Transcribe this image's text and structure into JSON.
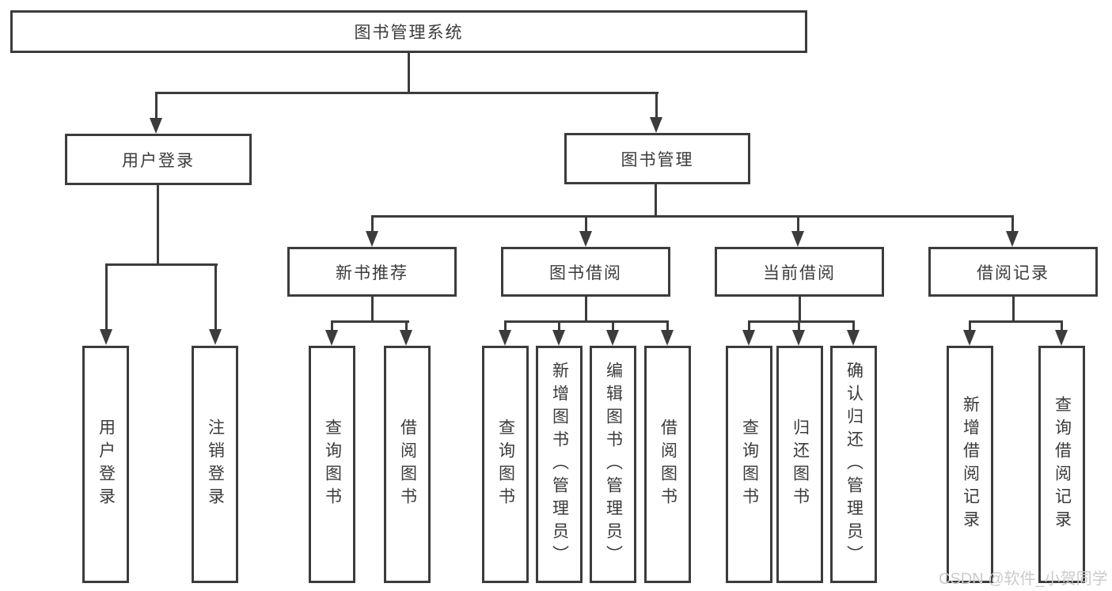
{
  "diagram": {
    "title": "图书管理系统",
    "root": "图书管理系统",
    "level2": {
      "user_login": "用户登录",
      "book_management": "图书管理"
    },
    "level3": {
      "new_book_recommend": "新书推荐",
      "book_borrow": "图书借阅",
      "current_borrow": "当前借阅",
      "borrow_records": "借阅记录"
    },
    "leaves": {
      "user_login": "用户登录",
      "logout": "注销登录",
      "recommend_query": "查询图书",
      "recommend_borrow": "借阅图书",
      "borrow_query": "查询图书",
      "borrow_add_admin": "新增图书（管理员）",
      "borrow_edit_admin": "编辑图书（管理员）",
      "borrow_borrow": "借阅图书",
      "current_query": "查询图书",
      "current_return": "归还图书",
      "current_confirm_admin": "确认归还（管理员）",
      "records_add": "新增借阅记录",
      "records_query": "查询借阅记录"
    }
  },
  "watermark": {
    "text": "CSDN @软件_小贺同学",
    "color": "#cbcbcb"
  },
  "colors": {
    "line": "#3c3c3c",
    "text": "#3b3b3b",
    "box_background": "#ffffff",
    "page_background": "#ffffff"
  }
}
